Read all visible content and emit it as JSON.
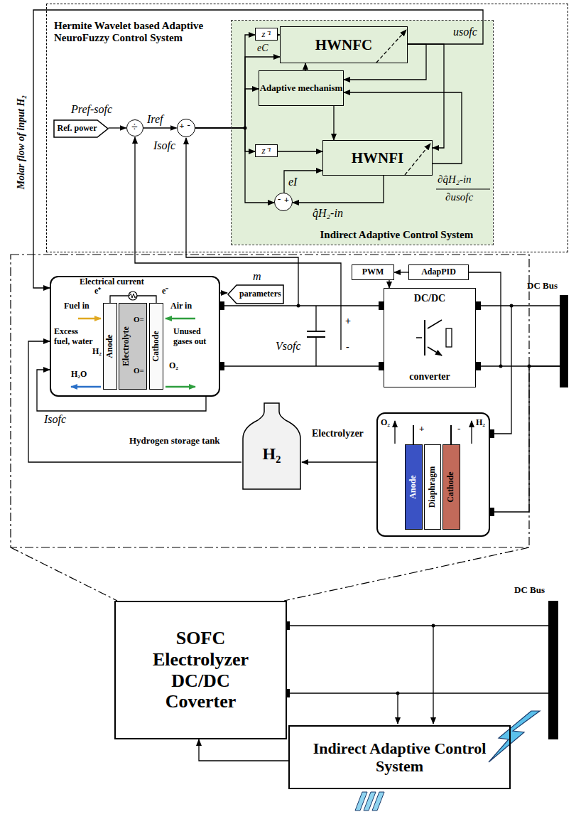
{
  "diagram": {
    "nodes": [
      {
        "text": [
          "Hermite Wavelet based Adaptive NeuroFuzzy Control System"
        ]
      },
      {
        "text": [
          "Ref. power"
        ],
        "in": 0
      },
      {
        "text": [
          "÷"
        ],
        "in": 0
      },
      {
        "text": [
          "+",
          "-"
        ],
        "in": 0
      },
      {
        "text": [
          "Indirect Adaptive Control System"
        ],
        "in": 0
      },
      {
        "text": [
          "z⁻¹"
        ],
        "in": 4
      },
      {
        "text": [
          "HWNFC"
        ],
        "in": 4
      },
      {
        "text": [
          "Adaptive mechanism"
        ],
        "in": 4
      },
      {
        "text": [
          "z⁻¹"
        ],
        "in": 4
      },
      {
        "text": [
          "HWNFI"
        ],
        "in": 4
      },
      {
        "text": [
          "-",
          "+"
        ],
        "in": 4
      },
      {
        "text": [
          "Electrical current",
          "e⁺",
          "e⁻",
          "Fuel in",
          "Air in",
          "Excess fuel, water",
          "Unused gases out",
          "H₂",
          "O₂",
          "H₂O"
        ]
      },
      {
        "text": [
          "Anode"
        ],
        "in": 11
      },
      {
        "text": [
          "Electrolyte",
          "O=",
          "O="
        ],
        "in": 11
      },
      {
        "text": [
          "Cathode"
        ],
        "in": 11
      },
      {
        "text": [
          "m",
          "parameters"
        ]
      },
      {
        "text": [
          "PWM"
        ]
      },
      {
        "text": [
          "AdapPID"
        ]
      },
      {
        "text": [
          "DC/DC",
          "converter"
        ]
      },
      {
        "text": [
          "DC Bus"
        ]
      },
      {
        "text": [
          "Hydrogen storage tank",
          "H₂"
        ]
      },
      {
        "text": [
          "Electrolyzer",
          "O₂",
          "H₂",
          "+",
          "-"
        ]
      },
      {
        "text": [
          "Anode"
        ],
        "in": 21
      },
      {
        "text": [
          "Diaphragm"
        ],
        "in": 21
      },
      {
        "text": [
          "Cathode"
        ],
        "in": 21
      },
      {
        "text": [
          "SOFC Electrolyzer DC/DC Coverter"
        ]
      },
      {
        "text": [
          "DC Bus"
        ]
      },
      {
        "text": [
          "Indirect Adaptive Control System"
        ]
      }
    ],
    "edges": [
      {
        "from": 1,
        "to": 2,
        "arrow": "to"
      },
      {
        "from": 2,
        "to": 3,
        "arrow": "to",
        "label": "Iref"
      },
      {
        "from": 3,
        "to": 5,
        "arrow": "to"
      },
      {
        "from": 5,
        "to": 6,
        "arrow": "to"
      },
      {
        "from": 3,
        "to": 6,
        "arrow": "to"
      },
      {
        "from": 3,
        "to": 7,
        "arrow": "to"
      },
      {
        "from": 3,
        "to": 8,
        "arrow": "to"
      },
      {
        "from": 8,
        "to": 9,
        "arrow": "to"
      },
      {
        "from": 3,
        "to": 10,
        "arrow": "to"
      },
      {
        "from": 10,
        "to": 9,
        "arrow": "to"
      },
      {
        "from": 9,
        "to": 10,
        "arrow": "to"
      },
      {
        "from": 9,
        "to": 7,
        "arrow": "to"
      },
      {
        "from": 6,
        "to": 7,
        "arrow": "to"
      },
      {
        "from": 6,
        "to": 9,
        "arrow": "to"
      },
      {
        "from": 7,
        "to": 6,
        "arrow": "to"
      },
      {
        "from": 7,
        "to": 9,
        "arrow": "to"
      },
      {
        "from": 6,
        "to": 11,
        "arrow": "to"
      },
      {
        "from": 11,
        "to": 15,
        "arrow": "to"
      },
      {
        "from": 11,
        "to": 18,
        "arrow": "none"
      },
      {
        "from": 11,
        "to": 18,
        "arrow": "none"
      },
      {
        "from": 17,
        "to": 16,
        "arrow": "to"
      },
      {
        "from": 16,
        "to": 18,
        "arrow": "to"
      },
      {
        "from": 18,
        "to": 19,
        "arrow": "none"
      },
      {
        "from": 18,
        "to": 19,
        "arrow": "none"
      },
      {
        "from": 21,
        "to": 20,
        "arrow": "to"
      },
      {
        "from": 20,
        "to": 11,
        "arrow": "to"
      },
      {
        "from": 21,
        "to": 19,
        "arrow": "none"
      },
      {
        "from": 25,
        "to": 26,
        "arrow": "none"
      },
      {
        "from": 25,
        "to": 26,
        "arrow": "none"
      },
      {
        "from": 27,
        "to": 25,
        "arrow": "to"
      }
    ],
    "labels": [
      "Molar flow of input H₂",
      "Pref-sofc",
      "Isofc",
      "usofc",
      "eC",
      "eI",
      "∂q̂H₂-in",
      "∂usofc",
      "q̂H₂-in",
      "Vsofc",
      "+",
      "-",
      "Isofc"
    ]
  }
}
